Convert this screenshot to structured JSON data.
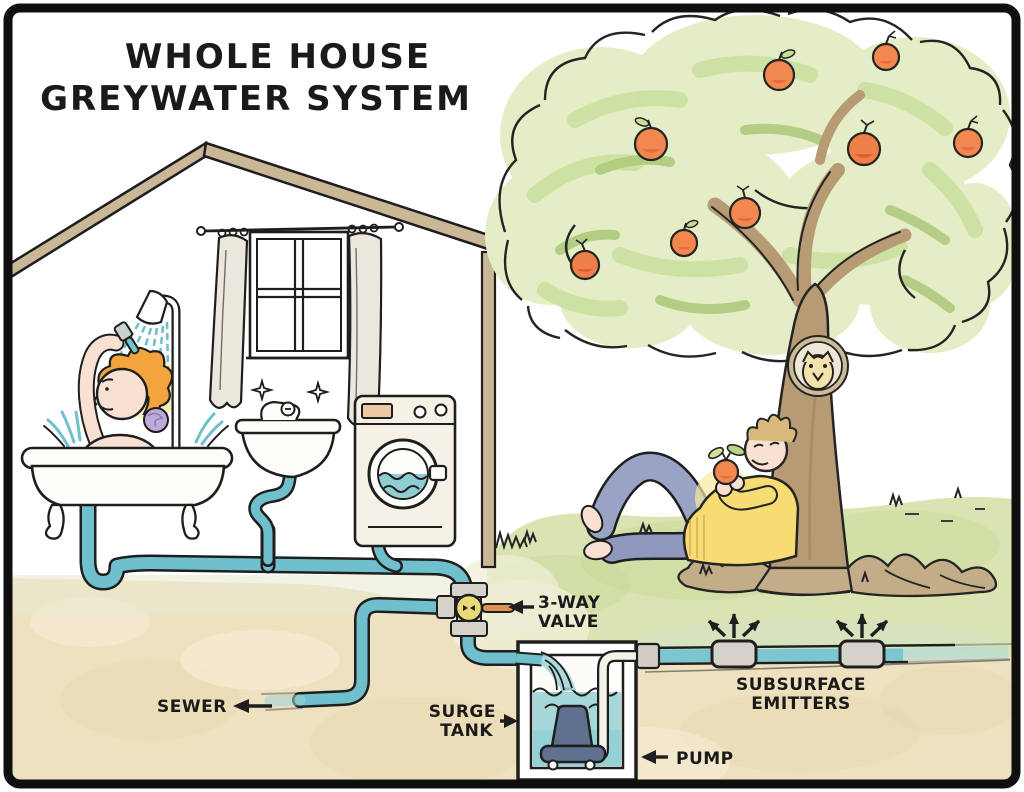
{
  "title": {
    "line1": "WHOLE HOUSE",
    "line2": "GREYWATER SYSTEM"
  },
  "labels": {
    "valve_line1": "3-WAY",
    "valve_line2": "VALVE",
    "sewer": "SEWER",
    "surge_line1": "SURGE",
    "surge_line2": "TANK",
    "pump": "PUMP",
    "emitters_line1": "SUBSURFACE",
    "emitters_line2": "EMITTERS"
  },
  "colors": {
    "outline": "#1e1e1e",
    "pipe_water": "#6fc0cc",
    "tank_water": "#a6d8da",
    "soil": "#eee1c0",
    "grass": "#d9e4b2",
    "foliage": "#e4edc6",
    "foliage_dark": "#aecb7d",
    "trunk": "#b69b75",
    "fruit": "#f0884f",
    "valve_knob": "#e9da78",
    "valve_handle": "#de9257",
    "fitting_grey": "#d6d2c9",
    "pump_body": "#60708f",
    "jeans": "#98a3c6",
    "sweater": "#f6dc72",
    "skin": "#f8e0d2",
    "hair": "#f3a43e",
    "roof_tan": "#c9b795"
  },
  "components": [
    "house",
    "shower-person-in-bathtub",
    "bathroom-sink",
    "washing-machine",
    "greywater-collector-pipe",
    "three-way-valve",
    "sewer-line",
    "surge-tank",
    "pump",
    "subsurface-emitters",
    "fruit-tree",
    "owl-in-tree",
    "person-relaxing",
    "lawn",
    "soil"
  ]
}
